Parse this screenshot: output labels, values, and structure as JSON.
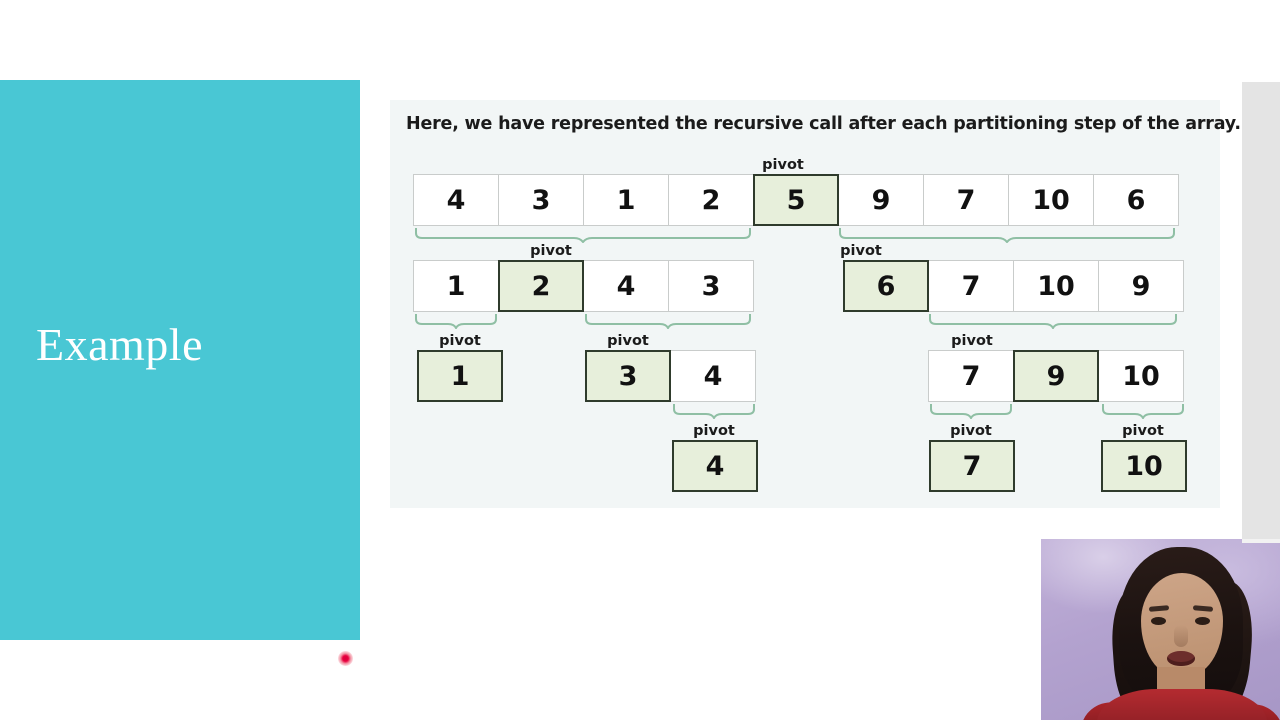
{
  "slide": {
    "title": "Example",
    "background_color": "#ffffff",
    "title_panel_color": "#49c7d4",
    "right_strip_color": "#e4e4e4"
  },
  "figure": {
    "caption": "Here, we have represented the recursive call after each partitioning step of the array.",
    "background_color": "#f2f6f6",
    "pivot_label": "pivot",
    "pivot_fill_color": "#e7efdb",
    "pivot_border_color": "#2f3b2c",
    "cell_border_color": "#c9cccb",
    "brace_color": "#8fbfa4"
  },
  "chart_data": {
    "type": "diagram",
    "title": "Quick sort recursion tree",
    "levels": [
      {
        "level": 1,
        "groups": [
          {
            "id": "L1G1",
            "values": [
              4,
              3,
              1,
              2,
              5,
              9,
              7,
              10,
              6
            ],
            "pivot_index": 4,
            "pivot_value": 5
          }
        ]
      },
      {
        "level": 2,
        "groups": [
          {
            "id": "L2G1",
            "values": [
              1,
              2,
              4,
              3
            ],
            "pivot_index": 1,
            "pivot_value": 2
          },
          {
            "id": "L2G2",
            "values": [
              6,
              7,
              10,
              9
            ],
            "pivot_index": 0,
            "pivot_value": 6
          }
        ]
      },
      {
        "level": 3,
        "groups": [
          {
            "id": "L3G1",
            "values": [
              1
            ],
            "pivot_index": 0,
            "pivot_value": 1
          },
          {
            "id": "L3G2",
            "values": [
              3,
              4
            ],
            "pivot_index": 0,
            "pivot_value": 3
          },
          {
            "id": "L3G3",
            "values": [
              7,
              9,
              10
            ],
            "pivot_index": 1,
            "pivot_value": 9
          }
        ]
      },
      {
        "level": 4,
        "groups": [
          {
            "id": "L4G1",
            "values": [
              4
            ],
            "pivot_index": 0,
            "pivot_value": 4
          },
          {
            "id": "L4G2",
            "values": [
              7
            ],
            "pivot_index": 0,
            "pivot_value": 7
          },
          {
            "id": "L4G3",
            "values": [
              10
            ],
            "pivot_index": 0,
            "pivot_value": 10
          }
        ]
      }
    ]
  },
  "cells": {
    "r1c1": "4",
    "r1c2": "3",
    "r1c3": "1",
    "r1c4": "2",
    "r1c5": "5",
    "r1c6": "9",
    "r1c7": "7",
    "r1c8": "10",
    "r1c9": "6",
    "r2a1": "1",
    "r2a2": "2",
    "r2a3": "4",
    "r2a4": "3",
    "r2b1": "6",
    "r2b2": "7",
    "r2b3": "10",
    "r2b4": "9",
    "r3a1": "1",
    "r3b1": "3",
    "r3b2": "4",
    "r3c1": "7",
    "r3c2": "9",
    "r3c3": "10",
    "r4a1": "4",
    "r4b1": "7",
    "r4c1": "10"
  },
  "labels": {
    "pivot": "pivot"
  },
  "overlays": {
    "laser_pointer_color": "#e2003c",
    "webcam_background_color": "#b3a2cf",
    "webcam_subject_clothing_color": "#a82429"
  }
}
